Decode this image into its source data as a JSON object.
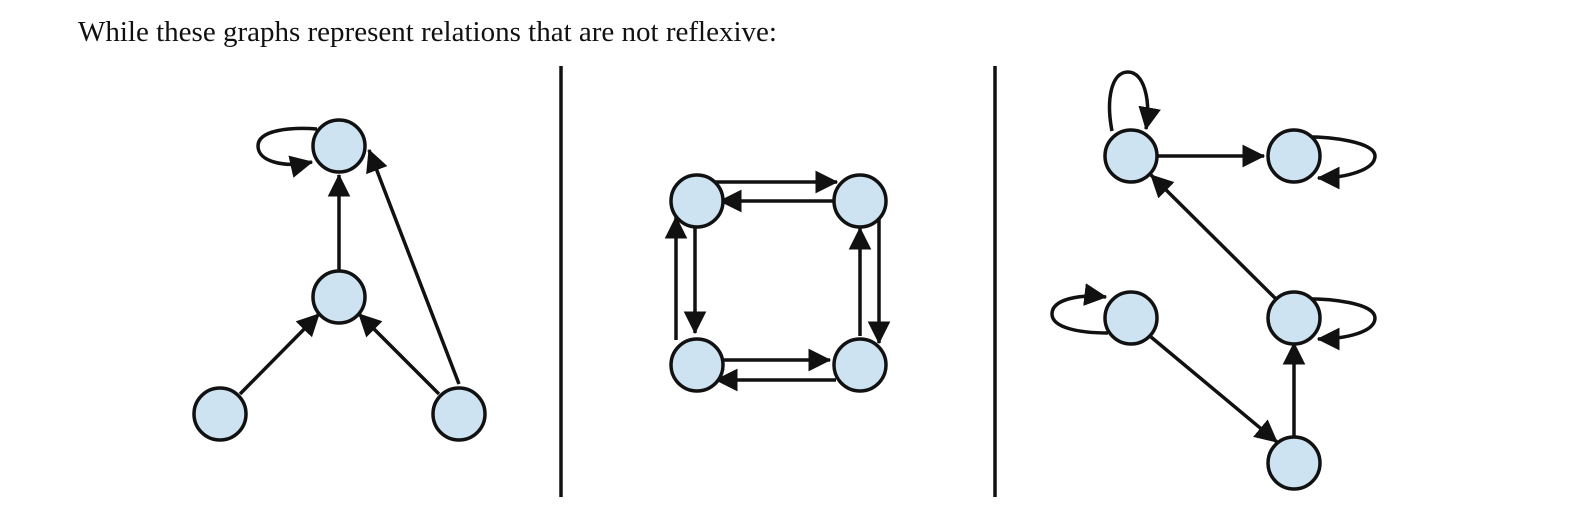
{
  "caption": "While these graphs represent relations that are not reflexive:",
  "colors": {
    "node_fill": "#cde3f1",
    "stroke": "#111111",
    "background": "#ffffff"
  },
  "graphs": [
    {
      "name": "graph-1",
      "nodes": [
        "top",
        "middle",
        "bottom-left",
        "bottom-right"
      ],
      "edges": [
        {
          "from": "top",
          "to": "top"
        },
        {
          "from": "middle",
          "to": "top"
        },
        {
          "from": "bottom-right",
          "to": "top"
        },
        {
          "from": "bottom-left",
          "to": "middle"
        },
        {
          "from": "bottom-right",
          "to": "middle"
        }
      ]
    },
    {
      "name": "graph-2",
      "nodes": [
        "top-left",
        "top-right",
        "bottom-left",
        "bottom-right"
      ],
      "edges": [
        {
          "from": "top-left",
          "to": "top-right"
        },
        {
          "from": "top-right",
          "to": "top-left"
        },
        {
          "from": "top-left",
          "to": "bottom-left"
        },
        {
          "from": "bottom-left",
          "to": "top-left"
        },
        {
          "from": "top-right",
          "to": "bottom-right"
        },
        {
          "from": "bottom-right",
          "to": "top-right"
        },
        {
          "from": "bottom-left",
          "to": "bottom-right"
        },
        {
          "from": "bottom-right",
          "to": "bottom-left"
        }
      ]
    },
    {
      "name": "graph-3",
      "nodes": [
        "top-left",
        "top-right",
        "middle-left",
        "middle-right",
        "bottom"
      ],
      "edges": [
        {
          "from": "top-left",
          "to": "top-left"
        },
        {
          "from": "top-left",
          "to": "top-right"
        },
        {
          "from": "top-right",
          "to": "top-right"
        },
        {
          "from": "middle-right",
          "to": "top-left"
        },
        {
          "from": "middle-left",
          "to": "middle-left"
        },
        {
          "from": "middle-right",
          "to": "middle-right"
        },
        {
          "from": "middle-left",
          "to": "bottom"
        },
        {
          "from": "bottom",
          "to": "middle-right"
        }
      ]
    }
  ]
}
